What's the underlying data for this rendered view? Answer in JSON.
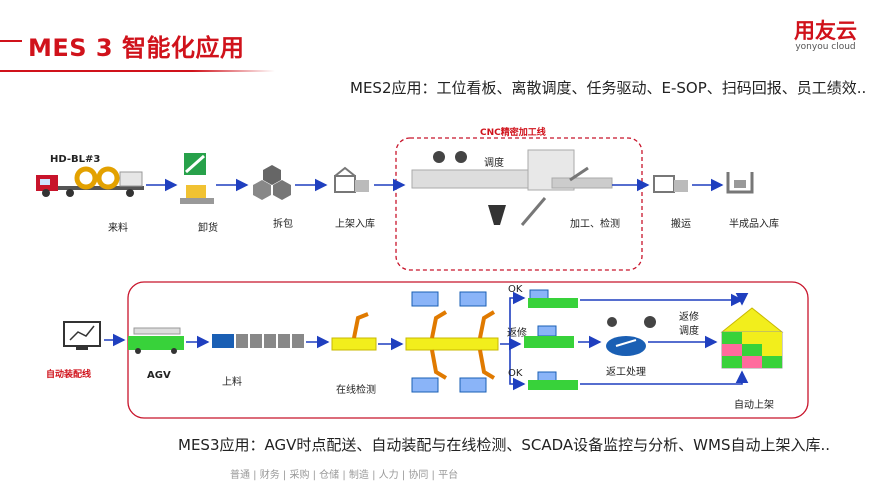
{
  "header": {
    "title": "MES 3 智能化应用",
    "logo_cn": "用友云",
    "logo_en": "yonyou cloud"
  },
  "mes2_caption": "MES2应用：工位看板、离散调度、任务驱动、E-SOP、扫码回报、员工绩效..",
  "mes3_caption": "MES3应用：AGV时点配送、自动装配与在线检测、SCADA设备监控与分析、WMS自动上架入库..",
  "top_flow": {
    "truck_code": "HD-BL#3",
    "steps": [
      "来料",
      "卸货",
      "拆包",
      "上架入库",
      "加工、检测",
      "搬运",
      "半成品入库"
    ],
    "cnc_title": "CNC精密加工线",
    "dispatch": "调度"
  },
  "bottom_flow": {
    "source": "自动装配线",
    "agv": "AGV",
    "load": "上料",
    "inspect": "在线检测",
    "ok1": "OK",
    "repair": "返修",
    "ok2": "OK",
    "rework": "返工处理",
    "rework_dispatch_1": "返修",
    "rework_dispatch_2": "调度",
    "shelf": "自动上架"
  },
  "footer_nav": "普通  |  财务  |  采购  |  仓储  |  制造  |  人力  |  协同  |  平台",
  "colors": {
    "accent": "#d0121b",
    "arrow": "#1f3fbf",
    "station_yellow": "#f2ee1c",
    "station_green": "#38d23a"
  }
}
